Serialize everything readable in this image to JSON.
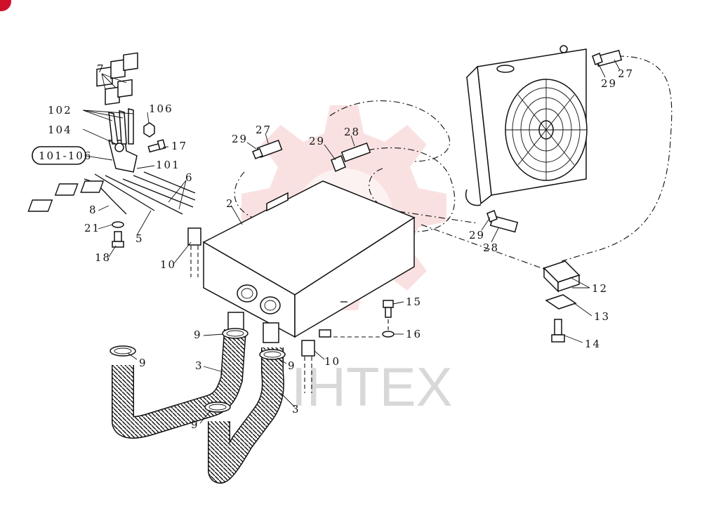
{
  "watermark": {
    "text": "IHTEX",
    "color": "#f4c6c6"
  },
  "badge": {
    "color": "#d0102a"
  },
  "callouts": {
    "c7": "7",
    "c102": "102",
    "c106": "106",
    "c104": "104",
    "c17": "17",
    "c101_106": "101-106",
    "c101": "101",
    "c6": "6",
    "c8": "8",
    "c21": "21",
    "c5": "5",
    "c18": "18",
    "c10a": "10",
    "c2": "2",
    "c29a": "29",
    "c27a": "27",
    "c29b": "29",
    "c28a": "28",
    "c29c": "29",
    "c27b": "27",
    "c29d": "29",
    "c28b": "28",
    "c12": "12",
    "c13": "13",
    "c14": "14",
    "c15": "15",
    "c16": "16",
    "c10b": "10",
    "c9a": "9",
    "c9b": "9",
    "c9c": "9",
    "c9d": "9",
    "c3a": "3",
    "c3b": "3"
  }
}
